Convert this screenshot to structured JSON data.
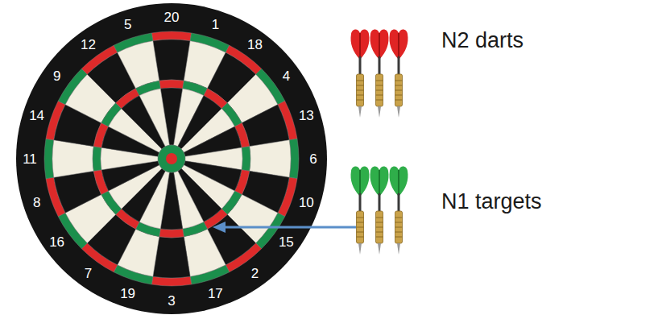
{
  "diagram": {
    "labels": [
      "20",
      "1",
      "18",
      "4",
      "13",
      "6",
      "10",
      "15",
      "2",
      "17",
      "3",
      "19",
      "7",
      "16",
      "8",
      "11",
      "14",
      "9",
      "12",
      "5",
      "N2 darts",
      "N1 targets"
    ]
  }
}
